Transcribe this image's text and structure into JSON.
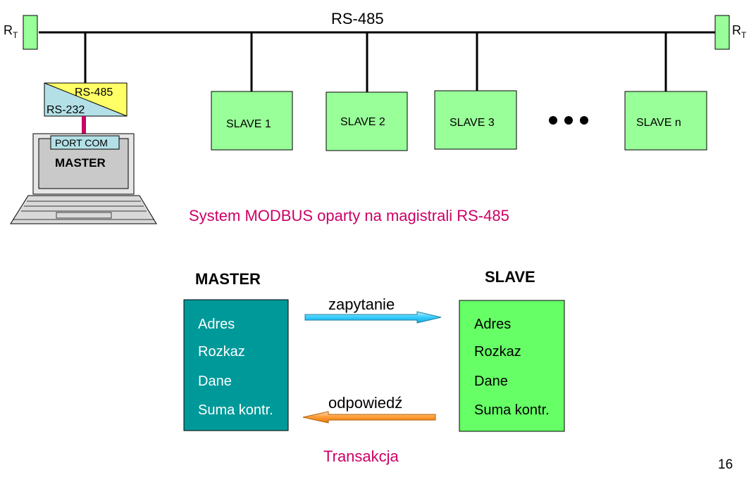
{
  "bus": {
    "label": "RS-485",
    "terminator_left": {
      "main": "R",
      "sub": "T"
    },
    "terminator_right": {
      "main": "R",
      "sub": "T"
    }
  },
  "converter": {
    "top_label": "RS-485",
    "bottom_label": "RS-232"
  },
  "computer": {
    "port_label": "PORT COM",
    "screen_label": "MASTER"
  },
  "slaves": [
    "SLAVE 1",
    "SLAVE 2",
    "SLAVE 3",
    "SLAVE n"
  ],
  "top_caption": "System MODBUS oparty na magistrali RS-485",
  "transaction": {
    "master_title": "MASTER",
    "slave_title": "SLAVE",
    "master_fields": [
      "Adres",
      "Rozkaz",
      "Dane",
      "Suma kontr."
    ],
    "slave_fields": [
      "Adres",
      "Rozkaz",
      "Dane",
      "Suma kontr."
    ],
    "request_label": "zapytanie",
    "response_label": "odpowiedź",
    "caption": "Transakcja"
  },
  "page_number": "16",
  "colors": {
    "slave_fill": "#99ff99",
    "slave_transaction_fill": "#66ff66",
    "master_fill": "#009999",
    "caption": "#cc0066",
    "terminator": "#99ff99",
    "converter_yellow": "#ffff66",
    "converter_blue": "#b3e0e6",
    "request_arrow": "#33ccff",
    "response_arrow": "#ff9933",
    "com_link": "#cc0066"
  }
}
